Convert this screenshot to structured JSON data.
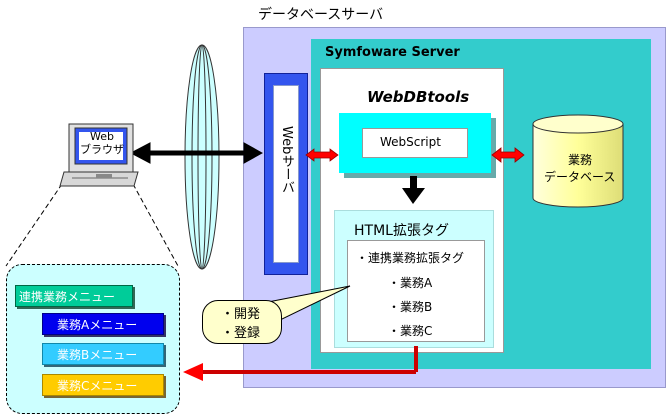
{
  "db_server": {
    "label": "データベースサーバ"
  },
  "symfoware": {
    "label": "Symfoware Server"
  },
  "webdbtools": {
    "label": "WebDBtools"
  },
  "webscript": {
    "label": "WebScript"
  },
  "web_server": {
    "label": "Webサーバ"
  },
  "database": {
    "line1": "業務",
    "line2": "データベース"
  },
  "html_ext": {
    "title": "HTML拡張タグ",
    "items": [
      "・連携業務拡張タグ",
      "・業務A",
      "・業務B",
      "・業務C"
    ]
  },
  "browser": {
    "line1": "Web",
    "line2": "ブラウザ"
  },
  "callout": {
    "line1": "・開発",
    "line2": "・登録"
  },
  "menu": {
    "main": "連携業務メニュー",
    "a": "業務Aメニュー",
    "b": "業務Bメニュー",
    "c": "業務Cメニュー"
  },
  "colors": {
    "server_bg": "#ccccff",
    "symfoware_bg": "#33cccc",
    "cyan_box": "#00ffff",
    "light_cyan": "#ccffff",
    "db_fill": "#ffff99",
    "web_server_blue": "#3355ee",
    "arrow_red": "#ff0000",
    "menu_main": "#00cc99",
    "menu_a": "#0000ee",
    "menu_b": "#33ccff",
    "menu_c": "#ffcc00"
  }
}
